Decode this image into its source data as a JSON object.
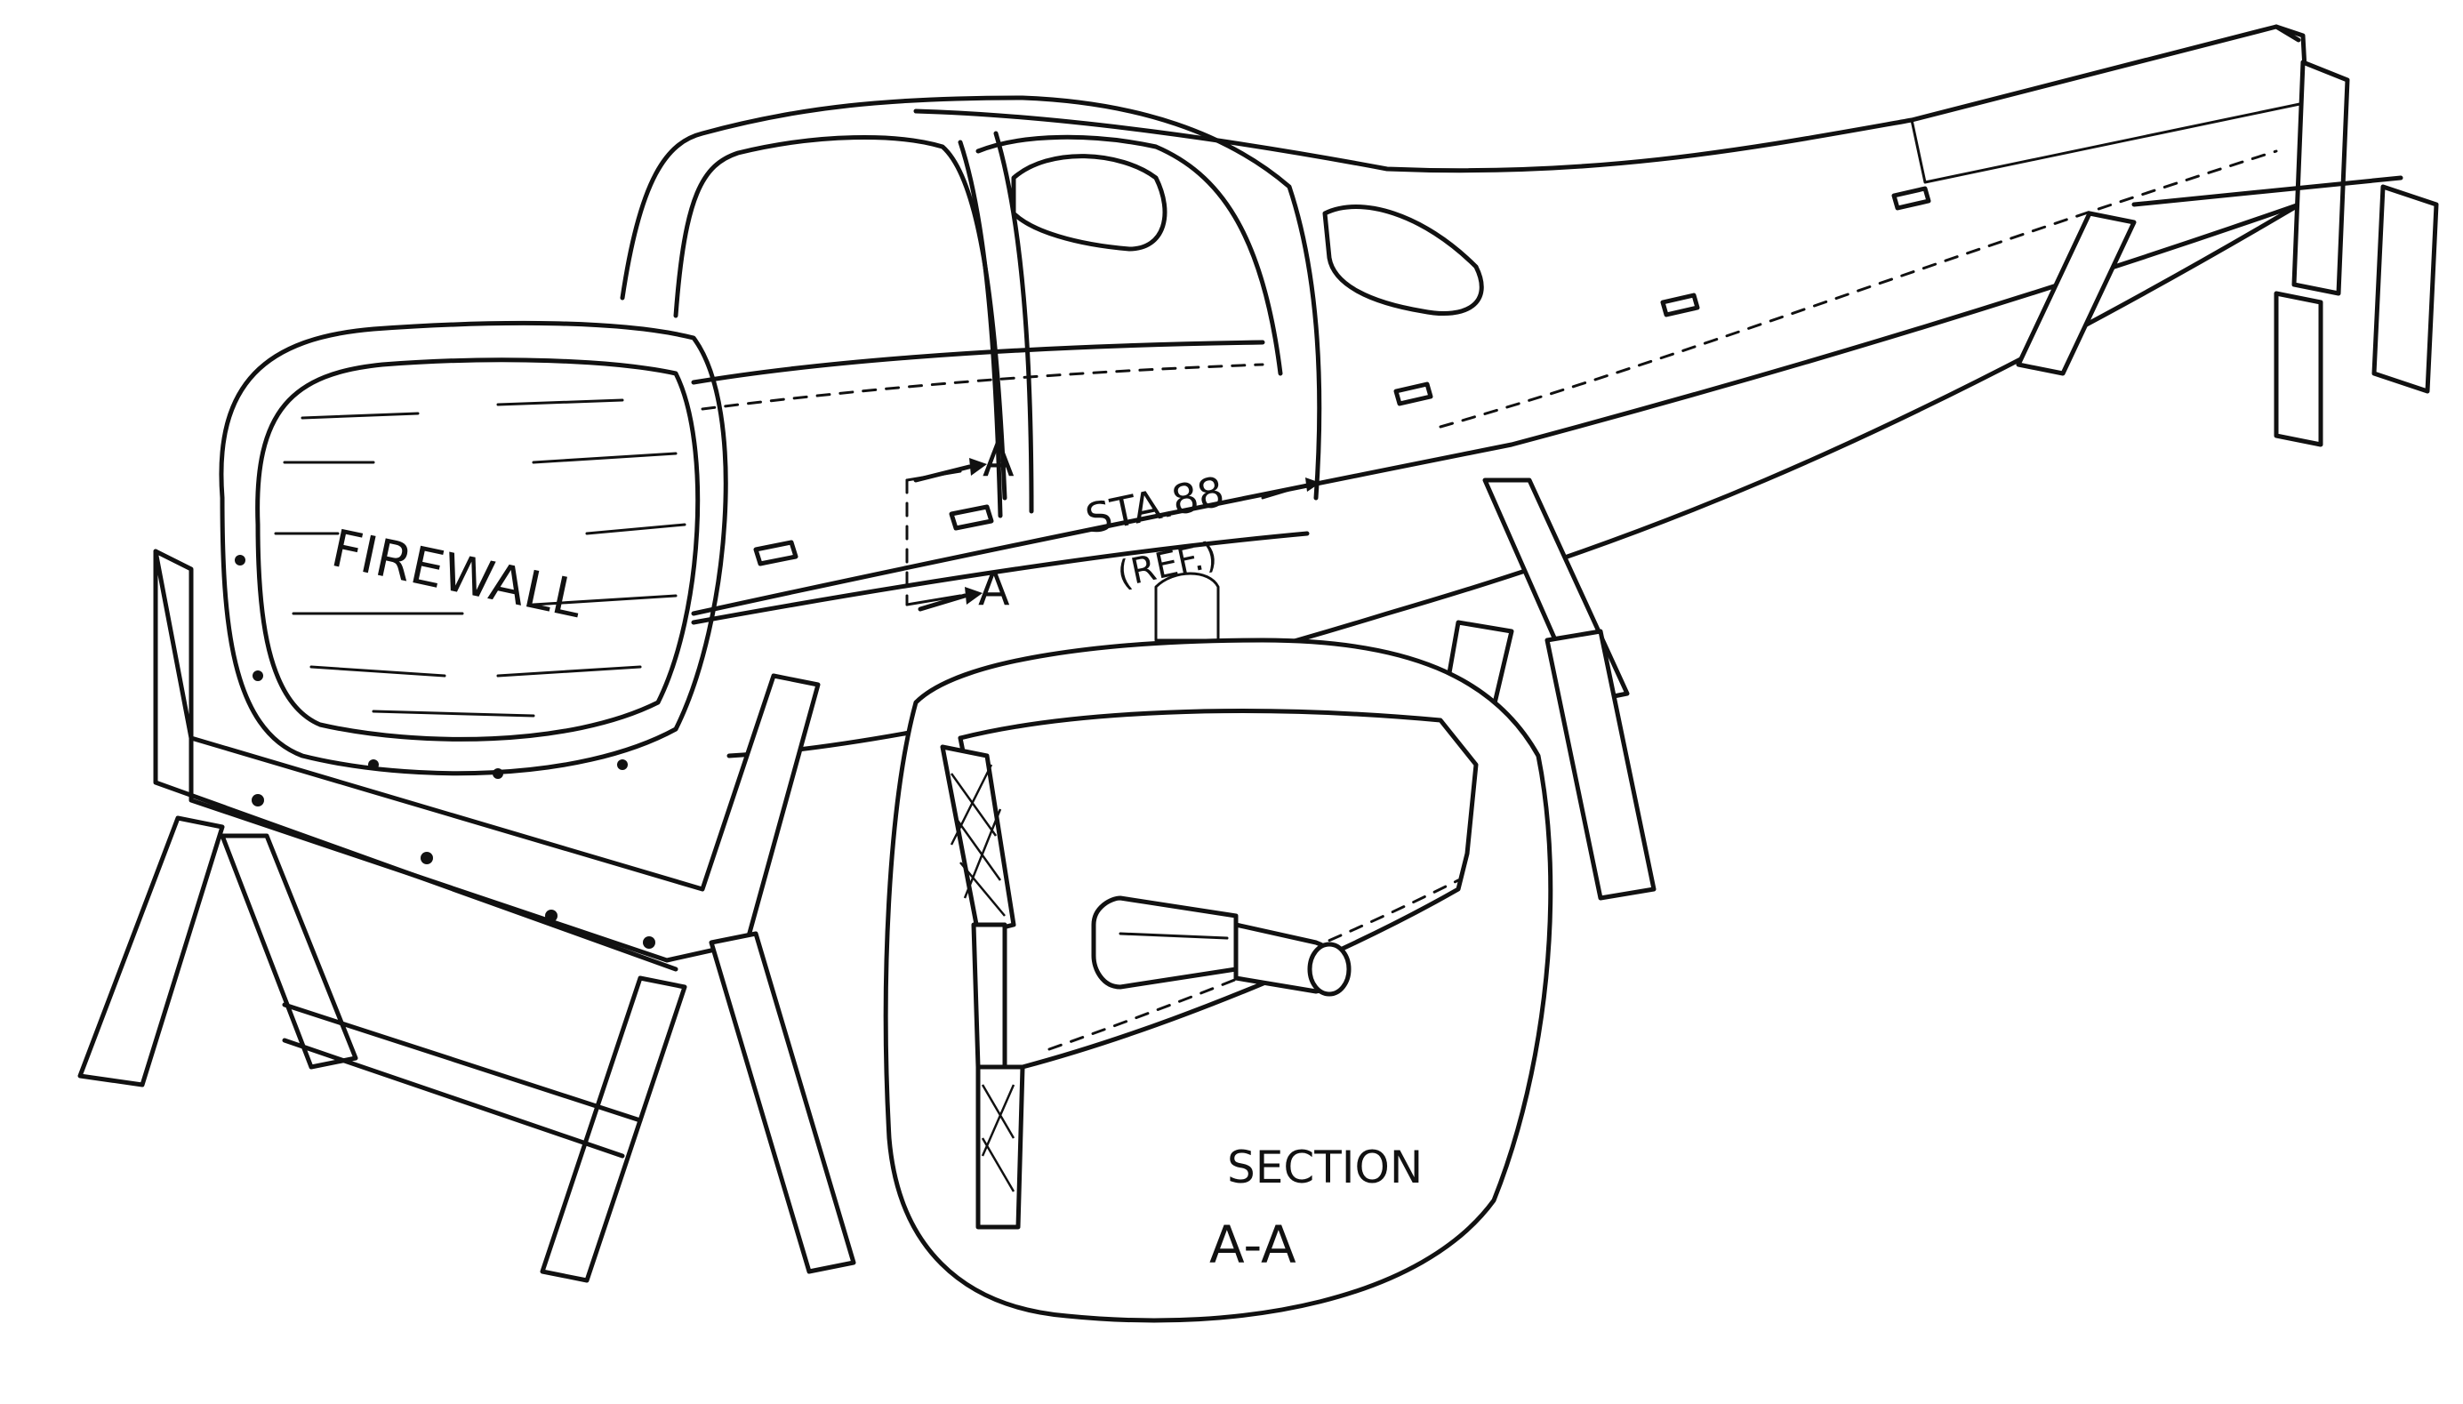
{
  "labels": {
    "firewall": "FIREWALL",
    "station_line1": "STA.88",
    "station_line2": "(REF.)",
    "section_marker_top": "A",
    "section_marker_bottom": "A",
    "section_title": "SECTION",
    "section_id": "A-A"
  },
  "colors": {
    "ink": "#111111",
    "paper": "#ffffff"
  }
}
